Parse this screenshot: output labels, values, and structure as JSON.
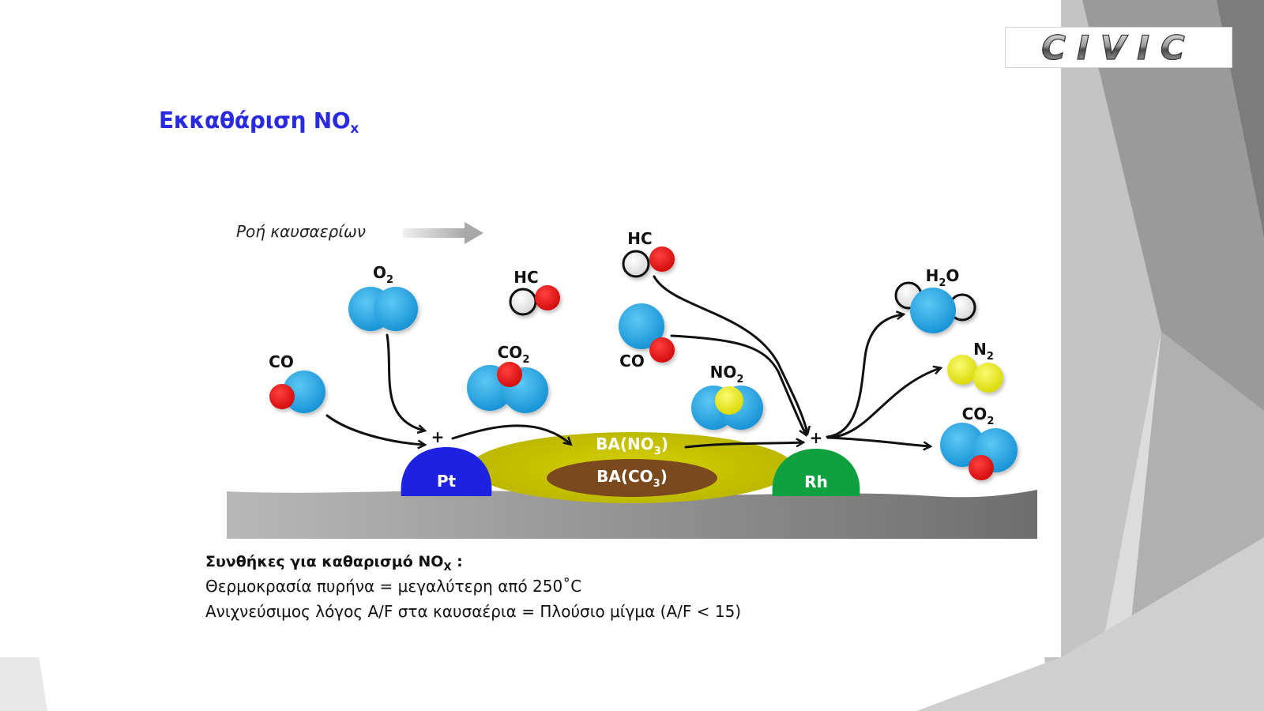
{
  "logo": {
    "text": "CIVIC"
  },
  "title": {
    "main": "Εκκαθάριση NO",
    "sub": "x"
  },
  "flow_label": "Ροή καυσαερίων",
  "molecules": {
    "o2": {
      "main": "O",
      "sub": "2"
    },
    "co_left": {
      "main": "CO"
    },
    "hc_mid": {
      "main": "HC"
    },
    "co2_mid": {
      "main": "CO",
      "sub": "2"
    },
    "hc_top": {
      "main": "HC"
    },
    "co_right": {
      "main": "CO"
    },
    "no2": {
      "main": "NO",
      "sub": "2"
    },
    "h2o": {
      "main": "H",
      "sub": "2",
      "tail": "O"
    },
    "n2": {
      "main": "N",
      "sub": "2"
    },
    "co2_right": {
      "main": "CO",
      "sub": "2"
    }
  },
  "catalyst": {
    "pt": "Pt",
    "rh": "Rh",
    "ba_no3": {
      "main": "BA(NO",
      "sub": "3",
      "tail": ")"
    },
    "ba_co3": {
      "main": "BA(CO",
      "sub": "3",
      "tail": ")"
    },
    "plus": "+"
  },
  "conditions": {
    "title_main": "Συνθήκες για καθαρισμό NO",
    "title_sub": "X",
    "title_tail": " :",
    "line1": "Θερμοκρασία πυρήνα = μεγαλύτερη από 250˚C",
    "line2": "Ανιχνεύσιμος λόγος A/F στα καυσαέρια = Πλούσιο μίγμα (A/F < 15)"
  },
  "colors": {
    "title": "#2a2ae0",
    "blue_atom": "#1a9ee0",
    "red_atom": "#e01010",
    "yellow_atom": "#e8e820",
    "pt": "#1c22e0",
    "rh": "#10a040",
    "ba_layer": "#c8c400",
    "ba_core": "#7a4a1e"
  }
}
